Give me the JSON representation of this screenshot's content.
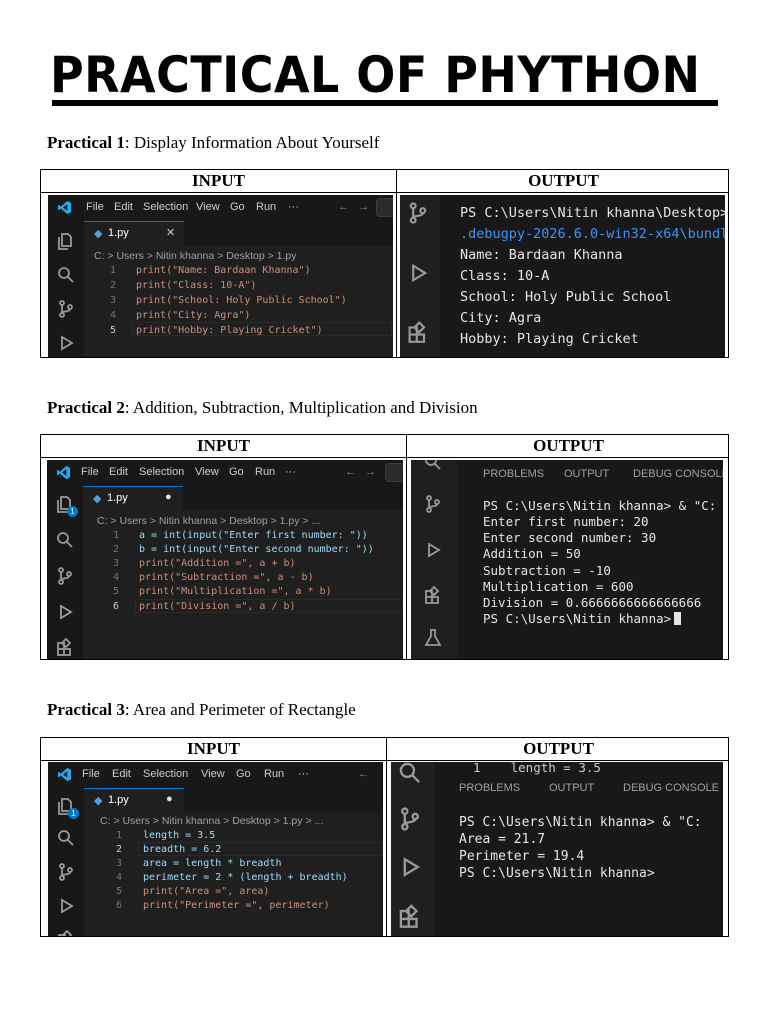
{
  "title": "PRACTICAL OF PHYTHON",
  "columns": {
    "input": "INPUT",
    "output": "OUTPUT"
  },
  "menu": [
    "File",
    "Edit",
    "Selection",
    "View",
    "Go",
    "Run",
    "···"
  ],
  "practicals": [
    {
      "label": "Practical 1",
      "desc": ": Display Information About Yourself",
      "editor": {
        "tab": "1.py",
        "breadcrumb": "C: > Users > Nitin khanna > Desktop > 1.py",
        "lines": [
          "1",
          "2",
          "3",
          "4",
          "5"
        ],
        "code": [
          "print(\"Name: Bardaan Khanna\")",
          "print(\"Class: 10-A\")",
          "print(\"School: Holy Public School\")",
          "print(\"City: Agra\")",
          "print(\"Hobby: Playing Cricket\")"
        ]
      },
      "terminal": [
        "PS C:\\Users\\Nitin khanna\\Desktop>",
        ".debugpy-2026.6.0-win32-x64\\bundl",
        "Name: Bardaan Khanna",
        "Class: 10-A",
        "School: Holy Public School",
        "City: Agra",
        "Hobby: Playing Cricket"
      ]
    },
    {
      "label": "Practical 2",
      "desc": ": Addition, Subtraction, Multiplication and Division",
      "editor": {
        "tab": "1.py",
        "breadcrumb": "C: > Users > Nitin khanna > Desktop > 1.py > ...",
        "lines": [
          "1",
          "2",
          "3",
          "4",
          "5",
          "6"
        ],
        "code": [
          "a = int(input(\"Enter first number: \"))",
          "b = int(input(\"Enter second number: \"))",
          "print(\"Addition =\", a + b)",
          "print(\"Subtraction =\", a - b)",
          "print(\"Multiplication =\", a * b)",
          "print(\"Division =\", a / b)"
        ]
      },
      "panel_tabs": [
        "PROBLEMS",
        "OUTPUT",
        "DEBUG CONSOLE"
      ],
      "terminal": [
        "PS C:\\Users\\Nitin khanna> & \"C:",
        "Enter first number: 20",
        "Enter second number: 30",
        "Addition = 50",
        "Subtraction = -10",
        "Multiplication = 600",
        "Division = 0.6666666666666666",
        "PS C:\\Users\\Nitin khanna>"
      ]
    },
    {
      "label": "Practical 3",
      "desc": ": Area and Perimeter of Rectangle",
      "editor": {
        "tab": "1.py",
        "breadcrumb": "C: > Users > Nitin khanna > Desktop > 1.py > ...",
        "lines": [
          "1",
          "2",
          "3",
          "4",
          "5",
          "6"
        ],
        "code": [
          "length = 3.5",
          "breadth = 6.2",
          "area = length * breadth",
          "perimeter = 2 * (length + breadth)",
          "print(\"Area =\", area)",
          "print(\"Perimeter =\", perimeter)"
        ]
      },
      "panel_tabs": [
        "PROBLEMS",
        "OUTPUT",
        "DEBUG CONSOLE"
      ],
      "terminal_top": "1    length = 3.5",
      "terminal": [
        "PS C:\\Users\\Nitin khanna> & \"C:",
        "Area = 21.7",
        "Perimeter = 19.4",
        "PS C:\\Users\\Nitin khanna>"
      ]
    }
  ],
  "badge": "1"
}
